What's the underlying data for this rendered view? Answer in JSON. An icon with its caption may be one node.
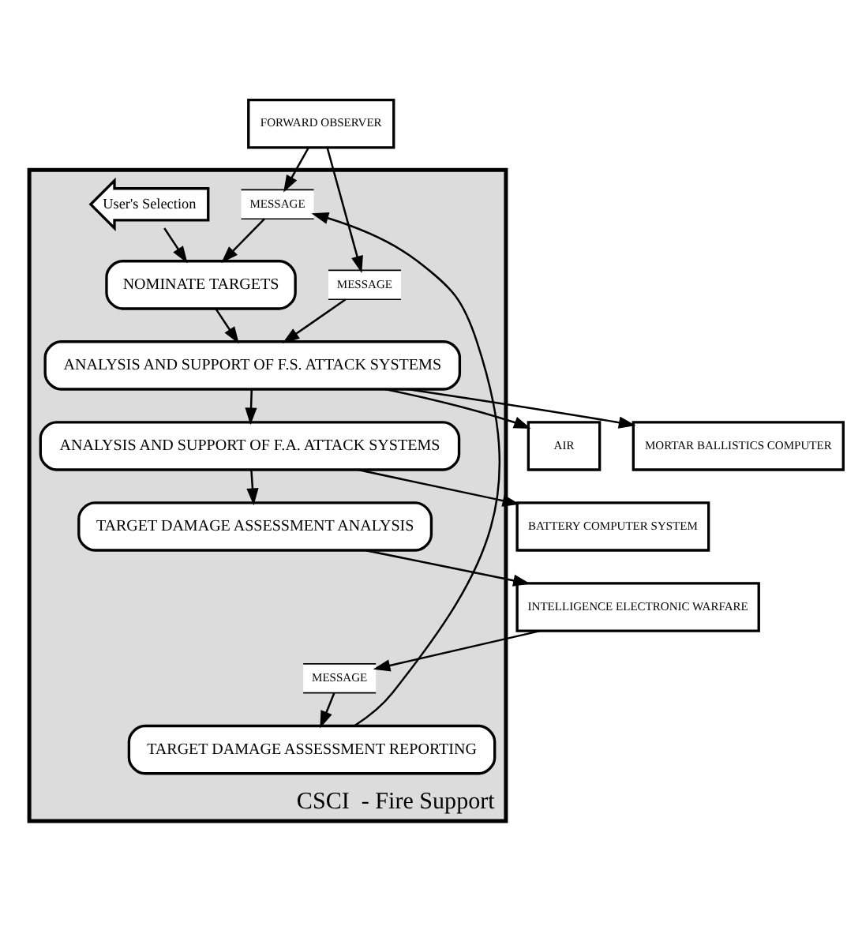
{
  "diagram": {
    "nodes": [
      {
        "text": [
          "FORWARD OBSERVER"
        ]
      },
      {
        "text": [
          "CSCI  - Fire Support"
        ]
      },
      {
        "text": [
          "MESSAGE"
        ],
        "in": 1
      },
      {
        "text": [
          "NOMINATE TARGETS"
        ],
        "in": 1
      },
      {
        "text": [
          "User's Selection"
        ],
        "in": 1
      },
      {
        "text": [
          "MESSAGE"
        ],
        "in": 1
      },
      {
        "text": [
          "AIR"
        ]
      },
      {
        "text": [
          "ANALYSIS AND SUPPORT OF F.S. ATTACK SYSTEMS"
        ],
        "in": 1
      },
      {
        "text": [
          "MORTAR BALLISTICS COMPUTER"
        ]
      },
      {
        "text": [
          "TARGET DAMAGE ASSESSMENT REPORTING"
        ],
        "in": 1
      },
      {
        "text": [
          "ANALYSIS AND SUPPORT OF F.A. ATTACK SYSTEMS"
        ],
        "in": 1
      },
      {
        "text": [
          "BATTERY COMPUTER SYSTEM"
        ]
      },
      {
        "text": [
          "TARGET DAMAGE ASSESSMENT ANALYSIS"
        ],
        "in": 1
      },
      {
        "text": [
          "MESSAGE"
        ],
        "in": 1
      },
      {
        "text": [
          "INTELLIGENCE ELECTRONIC WARFARE"
        ]
      }
    ],
    "edges": [
      {
        "from": 0,
        "to": 2,
        "arrow": "to"
      },
      {
        "from": 0,
        "to": 5,
        "arrow": "to"
      },
      {
        "from": 2,
        "to": 3,
        "arrow": "to"
      },
      {
        "from": 9,
        "to": 2,
        "arrow": "to"
      },
      {
        "from": 4,
        "to": 3,
        "arrow": "to"
      },
      {
        "from": 3,
        "to": 7,
        "arrow": "to"
      },
      {
        "from": 5,
        "to": 7,
        "arrow": "to"
      },
      {
        "from": 7,
        "to": 6,
        "arrow": "to"
      },
      {
        "from": 7,
        "to": 8,
        "arrow": "to"
      },
      {
        "from": 7,
        "to": 10,
        "arrow": "to"
      },
      {
        "from": 10,
        "to": 11,
        "arrow": "to"
      },
      {
        "from": 10,
        "to": 12,
        "arrow": "to"
      },
      {
        "from": 12,
        "to": 14,
        "arrow": "to"
      },
      {
        "from": 14,
        "to": 13,
        "arrow": "to"
      },
      {
        "from": 13,
        "to": 9,
        "arrow": "to"
      }
    ]
  }
}
